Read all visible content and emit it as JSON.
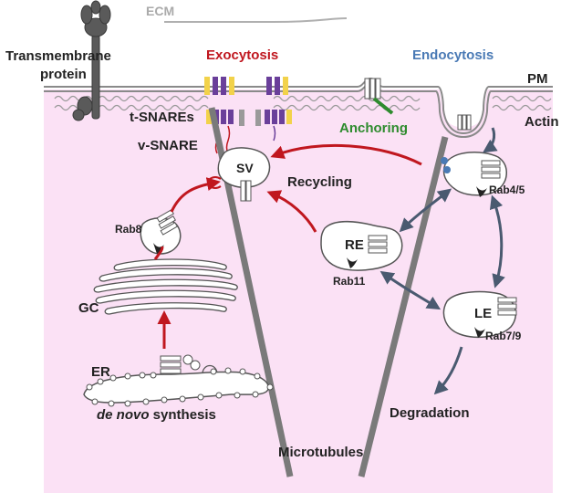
{
  "labels": {
    "ecm": "ECM",
    "transmembrane": "Transmembrane",
    "protein": "protein",
    "exocytosis": "Exocytosis",
    "endocytosis": "Endocytosis",
    "pm": "PM",
    "actin": "Actin",
    "t_snares": "t-SNAREs",
    "v_snare": "v-SNARE",
    "anchoring": "Anchoring",
    "sv": "SV",
    "recycling": "Recycling",
    "rab8": "Rab8",
    "rab45": "Rab4/5",
    "re": "RE",
    "rab11": "Rab11",
    "le": "LE",
    "rab79": "Rab7/9",
    "gc": "GC",
    "er": "ER",
    "de_novo": "de novo",
    "synthesis": " synthesis",
    "degradation": "Degradation",
    "microtubules": "Microtubules"
  },
  "colors": {
    "cytoplasm": "#fbe1f5",
    "membrane": "#8a8a8a",
    "exocytosis": "#c0171f",
    "endocytosis": "#4a7ab5",
    "anchoring": "#2e8b2e",
    "recycling_arrow": "#c0171f",
    "trafficking_arrow": "#4a5a70",
    "microtubule": "#7a7a7a",
    "snare_yellow": "#f2d24a",
    "snare_purple": "#6a3f9a"
  }
}
